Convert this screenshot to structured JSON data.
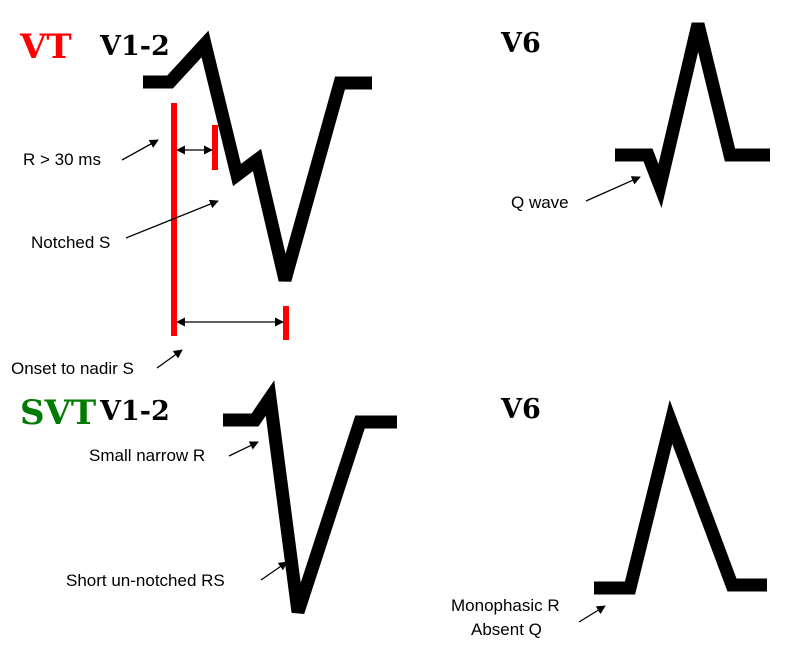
{
  "colors": {
    "vt": "#ff0000",
    "svt": "#007a00",
    "trace": "#000000",
    "marker": "#ff0000"
  },
  "vt": {
    "title": "VT",
    "v12": {
      "lead": "V1-2",
      "r_duration": "R > 30 ms",
      "notched_s": "Notched S",
      "onset_to_nadir": "Onset to nadir S"
    },
    "v6": {
      "lead": "V6",
      "q_wave": "Q wave"
    }
  },
  "svt": {
    "title": "SVT",
    "v12": {
      "lead": "V1-2",
      "small_r": "Small narrow R",
      "short_rs": "Short un-notched RS"
    },
    "v6": {
      "lead": "V6",
      "monophasic_r": "Monophasic R",
      "absent_q": "Absent Q"
    }
  }
}
